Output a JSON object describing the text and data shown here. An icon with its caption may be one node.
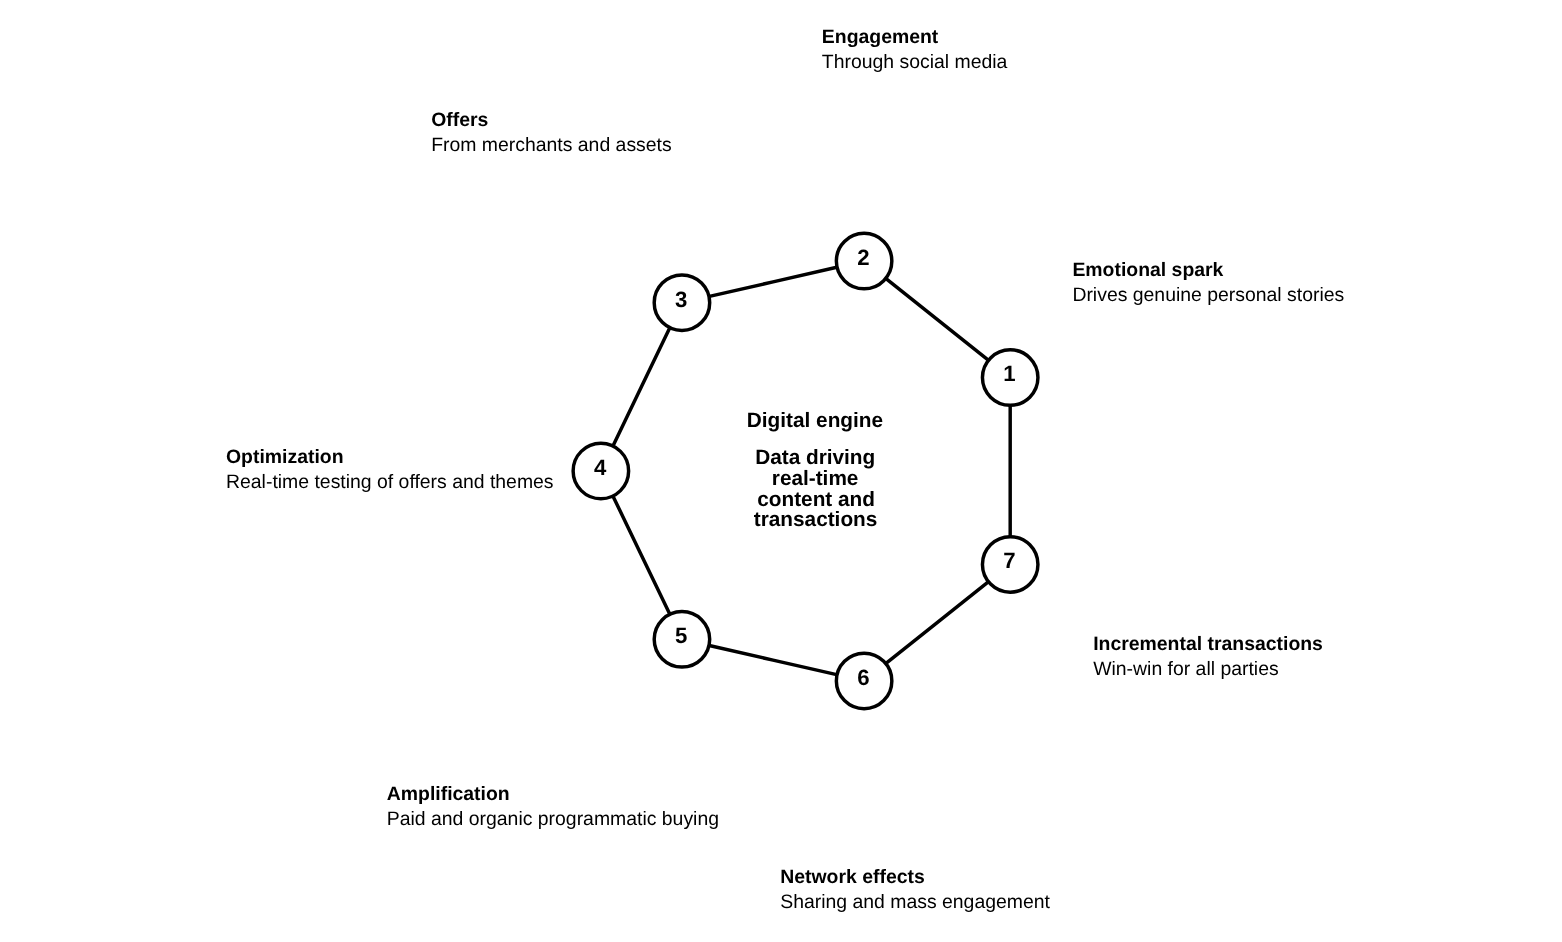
{
  "diagram": {
    "nodes": [
      {
        "text": [
          "Digital engine",
          "Data driving real-time content and transactions"
        ]
      },
      {
        "text": [
          "1"
        ],
        "beside": [
          "Emotional spark",
          "Drives genuine personal stories"
        ]
      },
      {
        "text": [
          "2"
        ],
        "beside": [
          "Engagement",
          "Through social media"
        ]
      },
      {
        "text": [
          "3"
        ],
        "beside": [
          "Offers",
          "From merchants and assets"
        ]
      },
      {
        "text": [
          "4"
        ],
        "beside": [
          "Optimization",
          "Real-time testing of offers and themes"
        ]
      },
      {
        "text": [
          "5"
        ],
        "beside": [
          "Amplification",
          "Paid and organic programmatic buying"
        ]
      },
      {
        "text": [
          "6"
        ],
        "beside": [
          "Network effects",
          "Sharing and mass engagement"
        ]
      },
      {
        "text": [
          "7"
        ],
        "beside": [
          "Incremental transactions",
          "Win-win for all parties"
        ]
      }
    ],
    "edges": [
      {
        "from": 1,
        "to": 2,
        "arrow": "none"
      },
      {
        "from": 2,
        "to": 3,
        "arrow": "none"
      },
      {
        "from": 3,
        "to": 4,
        "arrow": "none"
      },
      {
        "from": 4,
        "to": 5,
        "arrow": "none"
      },
      {
        "from": 5,
        "to": 6,
        "arrow": "none"
      },
      {
        "from": 6,
        "to": 7,
        "arrow": "none"
      },
      {
        "from": 7,
        "to": 1,
        "arrow": "none"
      }
    ]
  }
}
